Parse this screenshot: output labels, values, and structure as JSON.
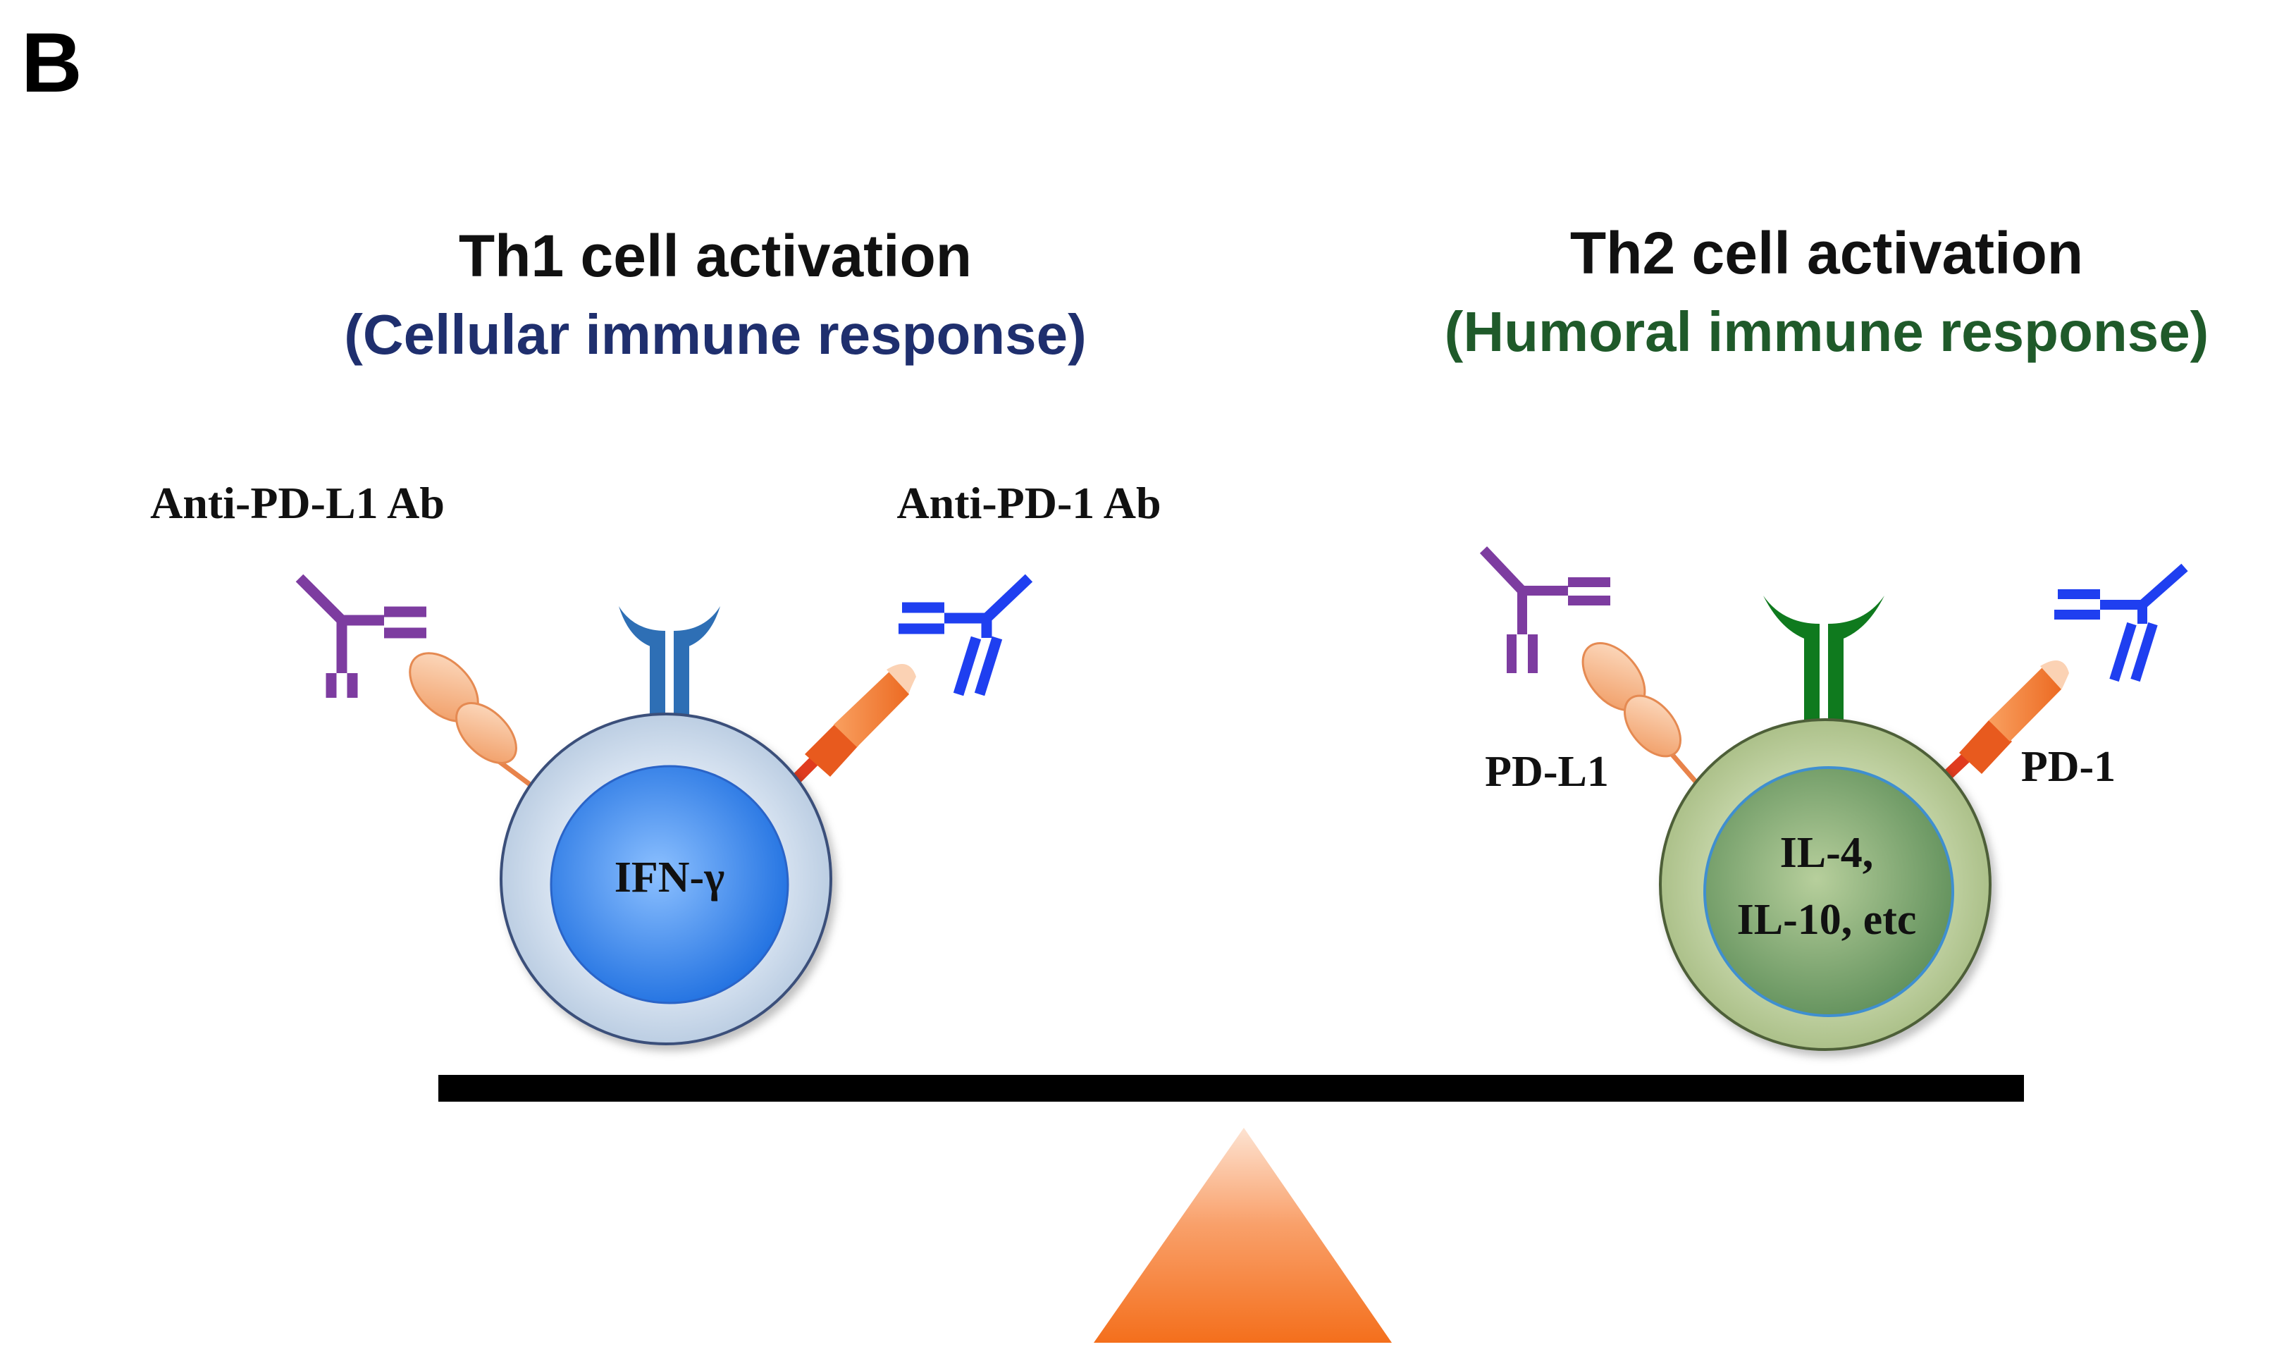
{
  "panel_label": "B",
  "left": {
    "title": "Th1 cell activation",
    "subtitle": "(Cellular immune response)",
    "subtitle_color": "#1f2f6e",
    "label_anti_pdl1": "Anti-PD-L1 Ab",
    "label_anti_pd1": "Anti-PD-1 Ab",
    "cell_text": "IFN-γ",
    "cell_color": "#cfdcec",
    "nucleus_color": "#2f80e8",
    "receptor_color": "#2e6fb5"
  },
  "right": {
    "title": "Th2 cell activation",
    "subtitle": "(Humoral immune response)",
    "subtitle_color": "#1f5a2a",
    "label_pdl1": "PD-L1",
    "label_pd1": "PD-1",
    "cell_text_line1": "IL-4,",
    "cell_text_line2": "IL-10, etc",
    "cell_color": "#b9cc98",
    "nucleus_color": "#8fae7a",
    "receptor_color": "#0f7a1e"
  },
  "colors": {
    "anti_pdl1_antibody": "#7d3ca0",
    "anti_pd1_antibody": "#1f3ff0",
    "pdl1_molecule": "#f2a26a",
    "pd1_molecule": "#e8522a",
    "beam": "#000000",
    "fulcrum": "#f77b2a"
  }
}
